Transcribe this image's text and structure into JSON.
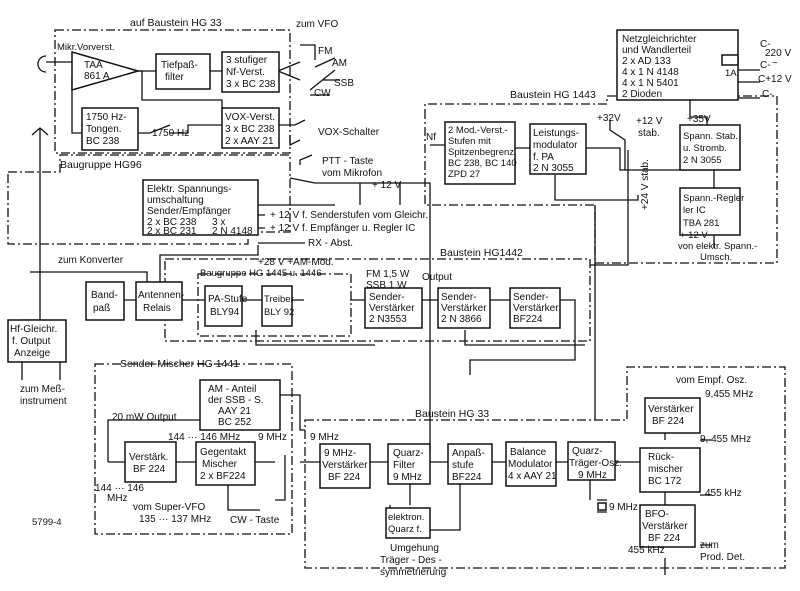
{
  "groups": {
    "hg33_top": "auf Baustein HG 33",
    "hg96": "Baugruppe HG96",
    "hg1443": "Baustein HG 1443",
    "hg1442": "Baustein HG1442",
    "hg1445": "Baugruppe HG 1445 u. 1446",
    "hg1441": "Sender-Mischer HG 1441",
    "hg33_bottom": "Baustein HG 33"
  },
  "blocks": {
    "mikr_label": "Mikr.Vorverst.",
    "taa": [
      "TAA",
      "861 A"
    ],
    "tiefpass": [
      "Tiefpaß-",
      "filter"
    ],
    "nf_verst": [
      "3 stufiger",
      "Nf-Verst.",
      "3 x BC 238"
    ],
    "tongen": [
      "1750 Hz-",
      "Tongen.",
      "BC 238"
    ],
    "vox_verst": [
      "VOX-Verst.",
      "3 x BC 238",
      "2 x AAY 21"
    ],
    "netz": [
      "Netzgleichrichter",
      "und Wandlerteil",
      "2 x AD 133",
      "4 x 1 N 4148",
      "4 x 1 N 5401",
      "2 Dioden"
    ],
    "fuse": "1A",
    "mod_verst": [
      "2 Mod.-Verst.-",
      "Stufen mit",
      "Spitzenbegrenz.",
      "BC 238, BC 140",
      "ZPD 27"
    ],
    "leistmod": [
      "Leistungs-",
      "modulator",
      "f. PA",
      "2 N 3055"
    ],
    "spann_stab": [
      "Spann. Stab.",
      "u. Stromb.",
      "2 N 3055"
    ],
    "spann_regler": [
      "Spann.-Regler",
      "ler  IC",
      "TBA 281"
    ],
    "umschaltung": [
      "Elektr. Spannungs-",
      "umschaltung",
      "Sender/Empfänger",
      "2 x BC 238",
      "2 x BC 231"
    ],
    "umschaltung_d": [
      "3 x",
      "2 N 4148"
    ],
    "bandpass": [
      "Band-",
      "paß"
    ],
    "relais": [
      "Antennen-",
      "Relais"
    ],
    "hf_gleichr": [
      "Hf-Gleichr.",
      "f. Output",
      "Anzeige"
    ],
    "pa_stufe": [
      "PA-Stufe",
      "BLY94"
    ],
    "treiber": [
      "Treiber",
      "BLY 92"
    ],
    "sv1": [
      "Sender-",
      "Verstärker",
      "2 N3553"
    ],
    "sv2": [
      "Sender-",
      "Verstärker",
      "2 N 3866"
    ],
    "sv3": [
      "Sender-",
      "Verstärker",
      "BF224"
    ],
    "am_anteil": [
      "AM - Anteil",
      "der SSB - S.",
      "AAY 21",
      "BC 252"
    ],
    "verst_bf224": [
      "Verstärk.",
      "BF 224"
    ],
    "gegentakt": [
      "Gegentakt",
      "Mischer",
      "2 x BF224"
    ],
    "mhz9_verst": [
      "9 MHz-",
      "Verstärker",
      "BF 224"
    ],
    "quarzfilter": [
      "Quarz-",
      "Filter",
      "9 MHz"
    ],
    "anpass": [
      "Anpaß-",
      "stufe",
      "BF224"
    ],
    "balance": [
      "Balance",
      "Modulator",
      "4 x AAY 21"
    ],
    "quarzosz": [
      "Quarz-",
      "Träger-Osz.",
      "9 MHz"
    ],
    "verst_r": [
      "Verstärker",
      "BF 224"
    ],
    "rueckmischer": [
      "Rück-",
      "mischer",
      "BC 172"
    ],
    "bfo": [
      "BFO-",
      "Verstärker",
      "BF 224"
    ],
    "elektron": [
      "elektron.",
      "Quarz f."
    ]
  },
  "labels": {
    "zum_vfo": "zum VFO",
    "fm": "FM",
    "am": "AM",
    "ssb": "SSB",
    "cw": "CW",
    "v220": "220 V",
    "tilde": "~",
    "c12v": "C+12 V",
    "c_a": "C-",
    "c_b": "C-",
    "c_c": "C-",
    "hz1750": "1750 Hz",
    "vox_schalter": "VOX-Schalter",
    "nf": "Nf",
    "p32v": "+32V",
    "p35v": "+35V",
    "p12v_stab": [
      "+12 V",
      "stab."
    ],
    "p24v_stab": "+24 V stab.",
    "ptt": [
      "PTT - Taste",
      "vom Mikrofon"
    ],
    "p12v": "+ 12 V",
    "p12v_sender": "+ 12 V f. Senderstufen vom Gleichr.",
    "p12v_empf": "+ 12 V f. Empfänger u. Regler IC",
    "rx_abst": "RX - Abst.",
    "p12v_elektr": [
      "+ 12 V",
      "von elektr. Spann.-",
      "Umsch."
    ],
    "zum_konverter": "zum Konverter",
    "p28v": "+28 V +AM-Mod.",
    "output_line": [
      "FM 1,5 W",
      "SSB 1 W"
    ],
    "output_word": "Output",
    "mw20": "20 mW Output",
    "mhz144a": "144 ··· 146 MHz",
    "mhz9a": "9 MHz",
    "mhz9b": "9 MHz",
    "mhz144b": [
      "144 ··· 146",
      "MHz"
    ],
    "vom_super": [
      "vom Super-VFO",
      "135 ··· 137 MHz"
    ],
    "cw_taste": "CW - Taste",
    "fig_no": "5799-4",
    "zum_mess": [
      "zum Meß-",
      "instrument"
    ],
    "umgehung": [
      "Umgehung",
      "Träger - Des -",
      "symmetrierung"
    ],
    "vom_empf": "vom Empf. Osz.",
    "mhz9455a": "9,455 MHz",
    "mhz9455b": "9, 455 MHz",
    "khz455a": "455 kHz",
    "khz455b": "455 kHz",
    "zum_prod": [
      "zum",
      "Prod. Det."
    ],
    "quartz_9mhz": "9 MHz"
  }
}
